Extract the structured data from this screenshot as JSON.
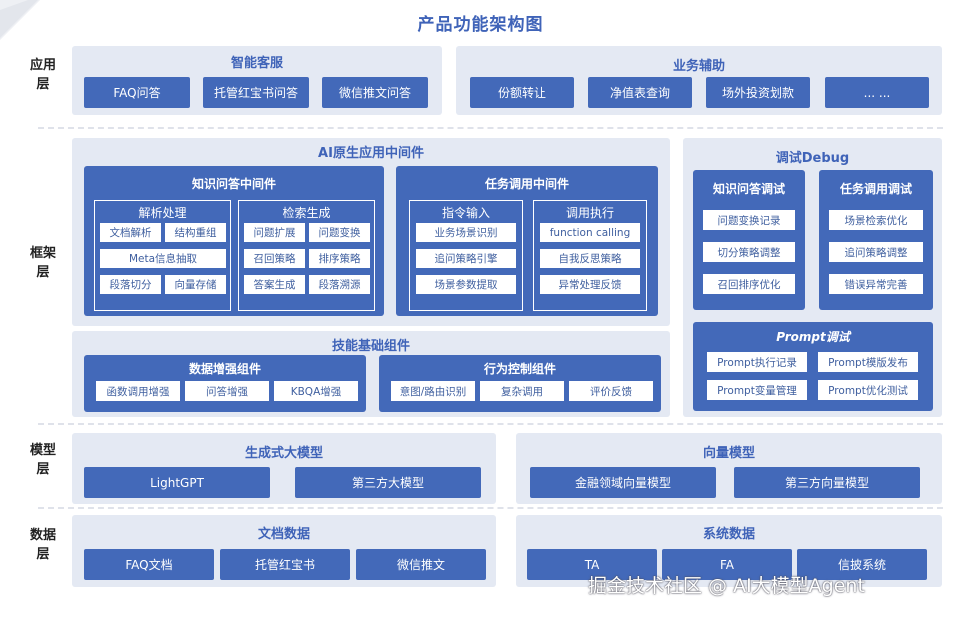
{
  "title": "产品功能架构图",
  "layers": {
    "app": "应用层",
    "framework": "框架层",
    "model": "模型层",
    "data": "数据层"
  },
  "app": {
    "smart_service": {
      "title": "智能客服",
      "items": [
        "FAQ问答",
        "托管红宝书问答",
        "微信推文问答"
      ]
    },
    "business_aid": {
      "title": "业务辅助",
      "items": [
        "份额转让",
        "净值表查询",
        "场外投资划款",
        "... ..."
      ]
    }
  },
  "framework": {
    "ai_middleware": {
      "title": "AI原生应用中间件",
      "kqa": {
        "title": "知识问答中间件",
        "parse": {
          "title": "解析处理",
          "items": [
            "文档解析",
            "结构重组",
            "Meta信息抽取",
            "段落切分",
            "向量存储"
          ]
        },
        "retrieve": {
          "title": "检索生成",
          "items": [
            "问题扩展",
            "问题变换",
            "召回策略",
            "排序策略",
            "答案生成",
            "段落溯源"
          ]
        }
      },
      "task": {
        "title": "任务调用中间件",
        "input": {
          "title": "指令输入",
          "items": [
            "业务场景识别",
            "追问策略引擎",
            "场景参数提取"
          ]
        },
        "exec": {
          "title": "调用执行",
          "items": [
            "function calling",
            "自我反思策略",
            "异常处理反馈"
          ]
        }
      }
    },
    "skills": {
      "title": "技能基础组件",
      "data_enhance": {
        "title": "数据增强组件",
        "items": [
          "函数调用增强",
          "问答增强",
          "KBQA增强"
        ]
      },
      "behavior": {
        "title": "行为控制组件",
        "items": [
          "意图/路由识别",
          "复杂调用",
          "评价反馈"
        ]
      }
    },
    "debug": {
      "title": "调试Debug",
      "kqa_debug": {
        "title": "知识问答调试",
        "items": [
          "问题变换记录",
          "切分策略调整",
          "召回排序优化"
        ]
      },
      "task_debug": {
        "title": "任务调用调试",
        "items": [
          "场景检索优化",
          "追问策略调整",
          "错误异常完善"
        ]
      },
      "prompt_debug": {
        "title": "Prompt调试",
        "items": [
          "Prompt执行记录",
          "Prompt模版发布",
          "Prompt变量管理",
          "Prompt优化测试"
        ]
      }
    }
  },
  "model": {
    "gen": {
      "title": "生成式大模型",
      "items": [
        "LightGPT",
        "第三方大模型"
      ]
    },
    "vec": {
      "title": "向量模型",
      "items": [
        "金融领域向量模型",
        "第三方向量模型"
      ]
    }
  },
  "data": {
    "doc": {
      "title": "文档数据",
      "items": [
        "FAQ文档",
        "托管红宝书",
        "微信推文"
      ]
    },
    "sys": {
      "title": "系统数据",
      "items": [
        "TA",
        "FA",
        "信披系统"
      ]
    }
  },
  "watermark": "掘金技术社区 @ AI大模型Agent"
}
